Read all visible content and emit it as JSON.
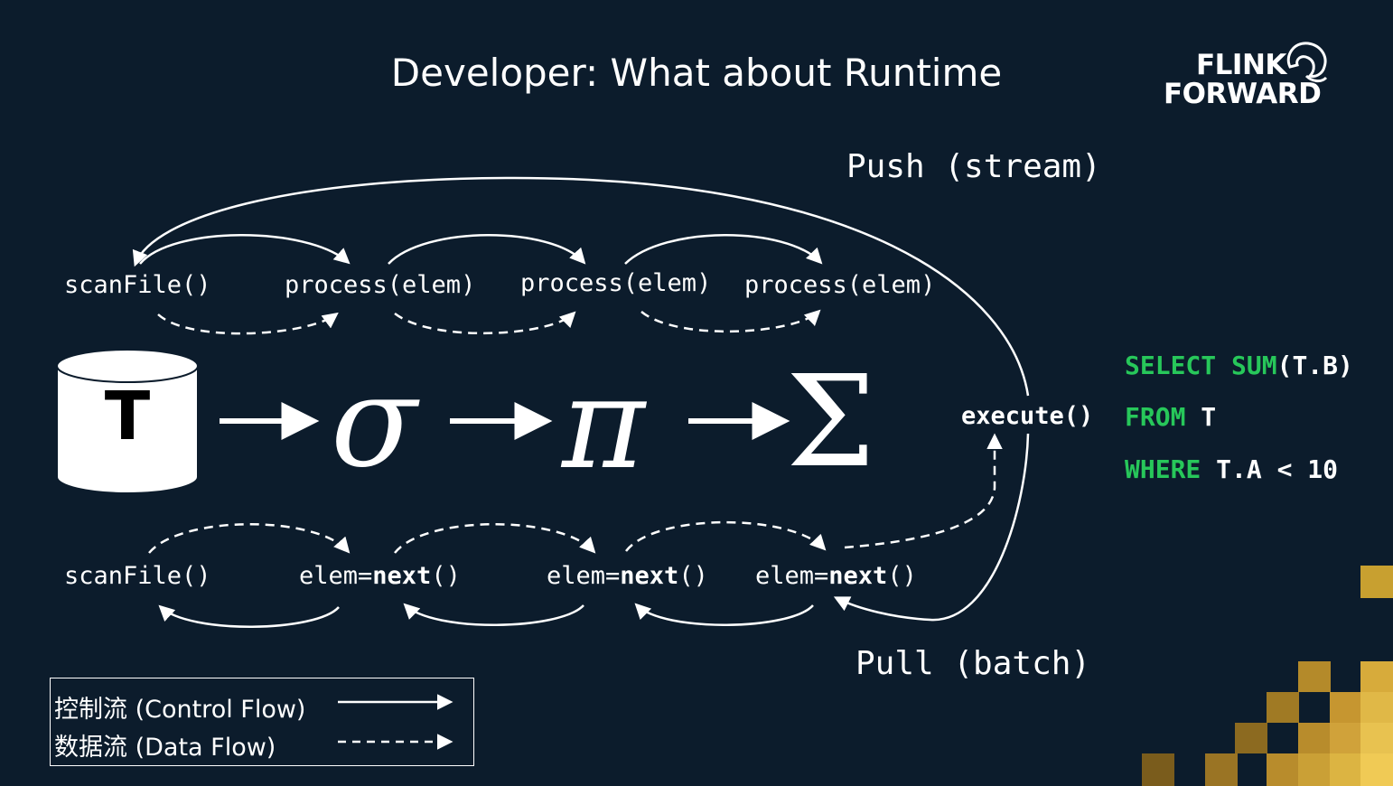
{
  "title": "Developer: What about Runtime",
  "logo": {
    "line1": "FLINK",
    "line2": "FORWARD"
  },
  "push_label": "Push (stream)",
  "pull_label": "Pull (batch)",
  "table_label": "T",
  "operators": {
    "select": "σ",
    "project": "π",
    "aggregate": "Σ"
  },
  "push_row": [
    "scanFile()",
    "process(elem)",
    "process(elem)",
    "process(elem)"
  ],
  "pull_row": {
    "scan": "scanFile()",
    "next": [
      {
        "prefix": "elem=",
        "call": "next",
        "suffix": "()"
      },
      {
        "prefix": "elem=",
        "call": "next",
        "suffix": "()"
      },
      {
        "prefix": "elem=",
        "call": "next",
        "suffix": "()"
      }
    ]
  },
  "execute": "execute()",
  "sql": {
    "line1": {
      "kw1": "SELECT",
      "kw2": "SUM",
      "rest": "(T.B)"
    },
    "line2": {
      "kw": "FROM",
      "rest": " T"
    },
    "line3": {
      "kw": "WHERE",
      "rest": " T.A < 10"
    }
  },
  "legend": {
    "control": "控制流 (Control Flow)",
    "data": "数据流 (Data Flow)"
  },
  "colors": {
    "background": "#0c1c2c",
    "sql_keyword": "#27c75a",
    "accent_gold": "#c8a030"
  }
}
